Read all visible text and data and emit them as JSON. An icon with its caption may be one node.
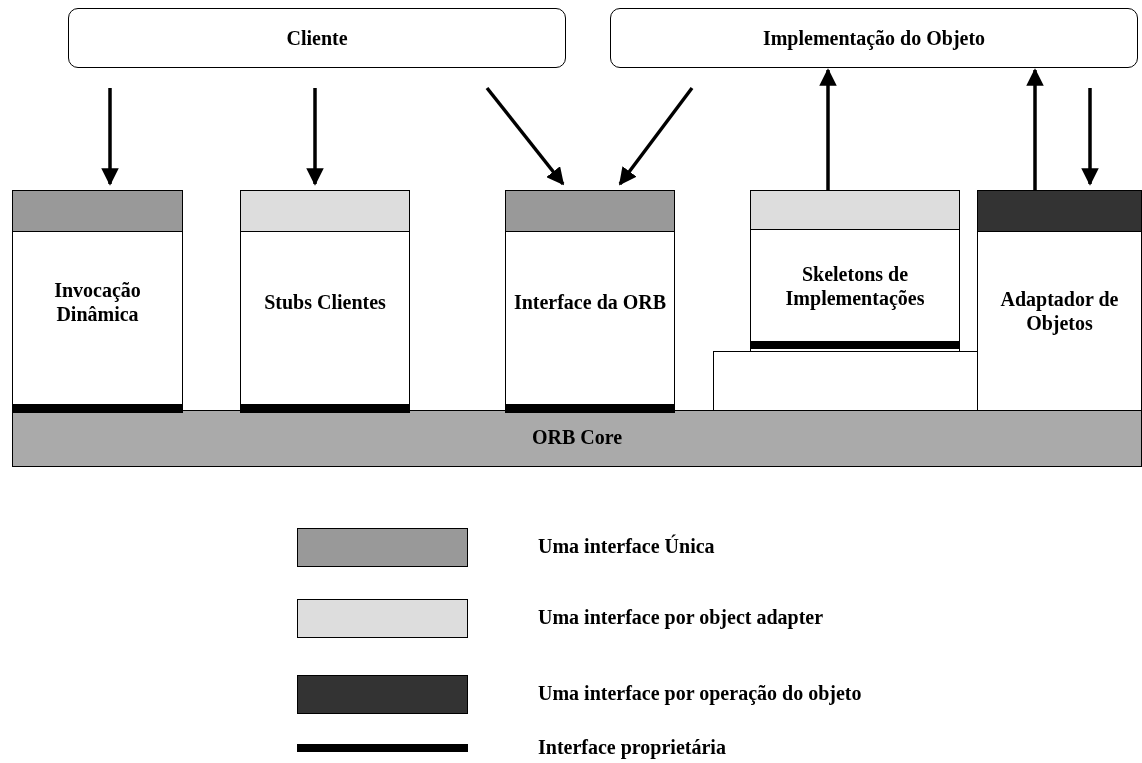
{
  "diagram": {
    "nodes": [
      {
        "text": [
          "Cliente"
        ]
      },
      {
        "text": [
          "Implementação do Objeto"
        ]
      },
      {
        "text": [
          "Invocação Dinâmica"
        ]
      },
      {
        "text": [
          "Stubs Clientes"
        ]
      },
      {
        "text": [
          "Interface da ORB"
        ]
      },
      {
        "text": [
          "Skeletons de Implementações"
        ]
      },
      {
        "text": [],
        "shape": "box"
      },
      {
        "text": [
          "Adaptador de Objetos"
        ]
      },
      {
        "text": [
          "ORB Core"
        ]
      }
    ],
    "edges": [
      {
        "from": 0,
        "to": 2,
        "arrow": "to"
      },
      {
        "from": 0,
        "to": 3,
        "arrow": "to"
      },
      {
        "from": 0,
        "to": 4,
        "arrow": "to"
      },
      {
        "from": 1,
        "to": 4,
        "arrow": "to"
      },
      {
        "from": 5,
        "to": 1,
        "arrow": "to"
      },
      {
        "from": 7,
        "to": 1,
        "arrow": "to"
      },
      {
        "from": 1,
        "to": 7,
        "arrow": "to"
      }
    ],
    "legend": [
      {
        "text": "Uma interface Única",
        "color": "#999999"
      },
      {
        "text": "Uma interface por object adapter",
        "color": "#dddddd"
      },
      {
        "text": "Uma interface por operação do objeto",
        "color": "#333333"
      },
      {
        "text": "Interface proprietária"
      }
    ]
  }
}
